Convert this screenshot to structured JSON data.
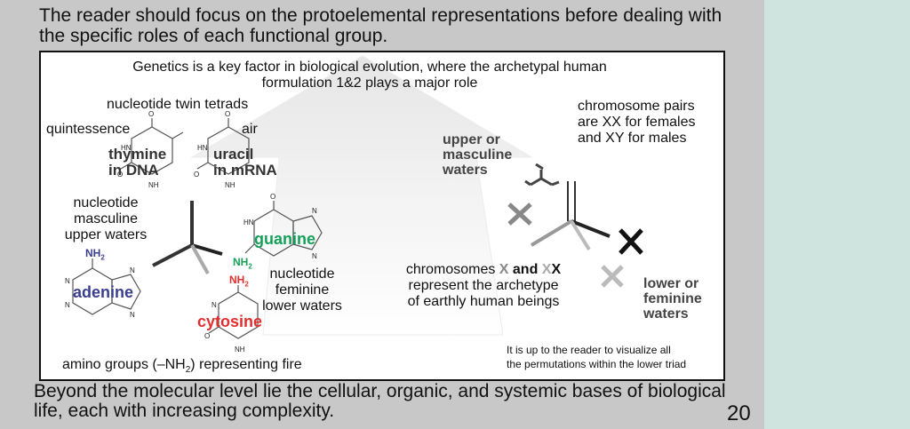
{
  "top_text": "The reader should focus on the protoelemental representations before dealing with the specific roles of each functional group.",
  "bottom_text": "Beyond the molecular level lie the cellular, organic, and systemic bases of biological life, each with increasing complexity.",
  "page_number": "20",
  "panel": {
    "title_line1": "Genetics is a key factor in biological evolution, where the archetypal human",
    "title_line2": "formulation 1&2 plays a major role",
    "twin_tetrads": "nucleotide twin tetrads",
    "quintessence": "quintessence",
    "air": "air",
    "thymine_1": "thymine",
    "thymine_2": "in DNA",
    "uracil_1": "uracil",
    "uracil_2": "in mRNA",
    "masc_1": "nucleotide",
    "masc_2": "masculine",
    "masc_3": "upper waters",
    "nh2": "NH",
    "nh2_sub": "2",
    "adenine": "adenine",
    "guanine": "guanine",
    "cytosine": "cytosine",
    "fem_1": "nucleotide",
    "fem_2": "feminine",
    "fem_3": "lower waters",
    "amino_pre": "amino groups (–NH",
    "amino_sub": "2",
    "amino_post": ") representing fire",
    "chromo_1": "chromosome pairs",
    "chromo_2": "are XX for females",
    "chromo_3": "and XY for males",
    "upper_1": "upper  or",
    "upper_2": "masculine",
    "upper_3": "waters",
    "lower_1": "lower  or",
    "lower_2": "feminine",
    "lower_3": "waters",
    "xx_pre": "chromosomes ",
    "xx_x1": "X",
    "xx_and": " and ",
    "xx_x2": "X",
    "xx_x3": "X",
    "xx_2": "represent the archetype",
    "xx_3": "of earthly human beings",
    "visualize_1": "It is up to the reader to visualize all",
    "visualize_2": "the permutations within the lower triad"
  },
  "colors": {
    "adenine": "#3b3f8f",
    "guanine": "#16a05a",
    "cytosine": "#e03030",
    "nh2_blue": "#3b3f8f",
    "nh2_green": "#16a05a",
    "nh2_red": "#e03030",
    "sidebar": "#d0e4df",
    "background": "#c8c8c8"
  }
}
